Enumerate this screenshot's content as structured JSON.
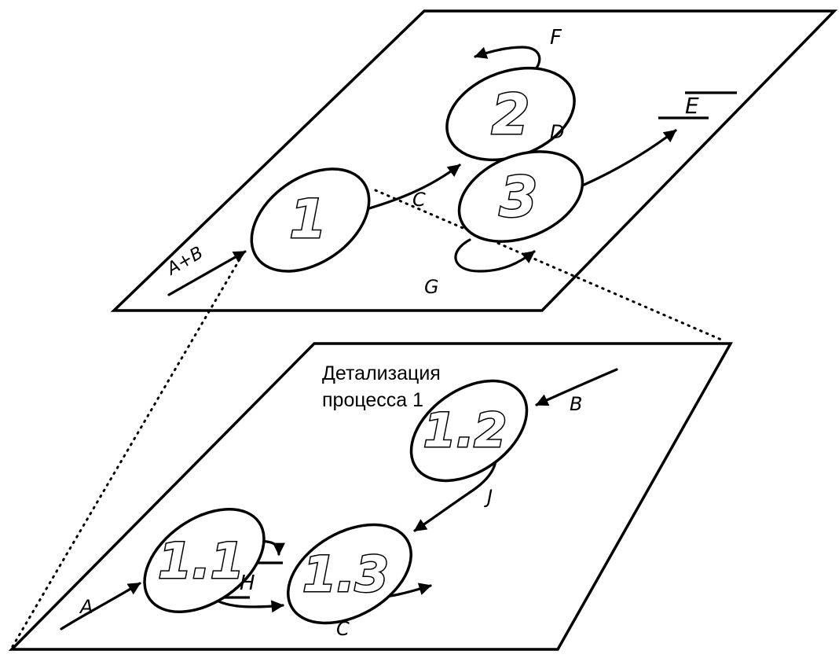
{
  "upper_level": {
    "processes": [
      {
        "id": "1",
        "label": "1"
      },
      {
        "id": "2",
        "label": "2"
      },
      {
        "id": "3",
        "label": "3"
      }
    ],
    "flows": {
      "in_ab": "A+B",
      "c": "C",
      "d": "D",
      "f": "F",
      "e": "E",
      "g": "G"
    }
  },
  "lower_level": {
    "note_line1": "Детализация",
    "note_line2": "процесса 1",
    "processes": [
      {
        "id": "1.1",
        "label": "1.1"
      },
      {
        "id": "1.2",
        "label": "1.2"
      },
      {
        "id": "1.3",
        "label": "1.3"
      }
    ],
    "flows": {
      "a": "A",
      "b": "B",
      "j": "J",
      "h": "H",
      "c": "C"
    }
  },
  "colors": {
    "ink": "#000000",
    "paper": "#ffffff"
  }
}
